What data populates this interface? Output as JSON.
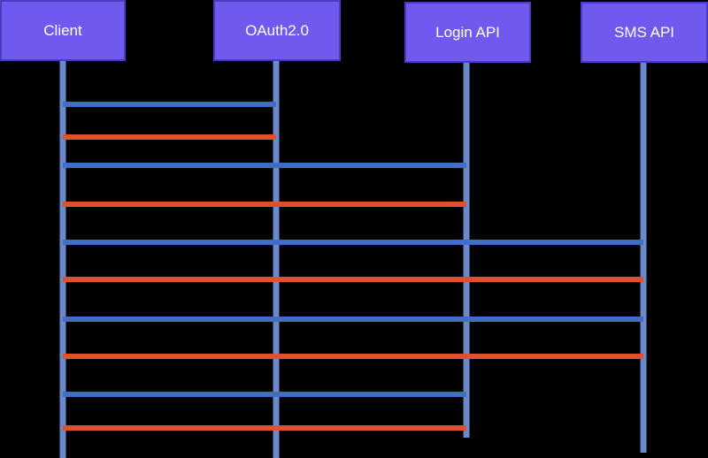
{
  "participants": [
    {
      "id": "client",
      "label": "Client"
    },
    {
      "id": "oauth",
      "label": "OAuth2.0"
    },
    {
      "id": "login",
      "label": "Login API"
    },
    {
      "id": "sms",
      "label": "SMS API"
    }
  ],
  "colors": {
    "background": "#000000",
    "participant_fill": "#7059ee",
    "participant_border": "#4a3cc0",
    "participant_text": "#ffffff",
    "lifeline": "#6a89c8",
    "request_arrow": "#3f6ec4",
    "response_arrow": "#e0502e"
  },
  "messages": [
    {
      "from": "client",
      "to": "oauth",
      "kind": "request"
    },
    {
      "from": "oauth",
      "to": "client",
      "kind": "response"
    },
    {
      "from": "client",
      "to": "login",
      "kind": "request"
    },
    {
      "from": "login",
      "to": "client",
      "kind": "response"
    },
    {
      "from": "client",
      "to": "sms",
      "kind": "request"
    },
    {
      "from": "sms",
      "to": "client",
      "kind": "response"
    },
    {
      "from": "client",
      "to": "sms",
      "kind": "request"
    },
    {
      "from": "sms",
      "to": "client",
      "kind": "response"
    },
    {
      "from": "client",
      "to": "login",
      "kind": "request"
    },
    {
      "from": "login",
      "to": "client",
      "kind": "response"
    }
  ]
}
